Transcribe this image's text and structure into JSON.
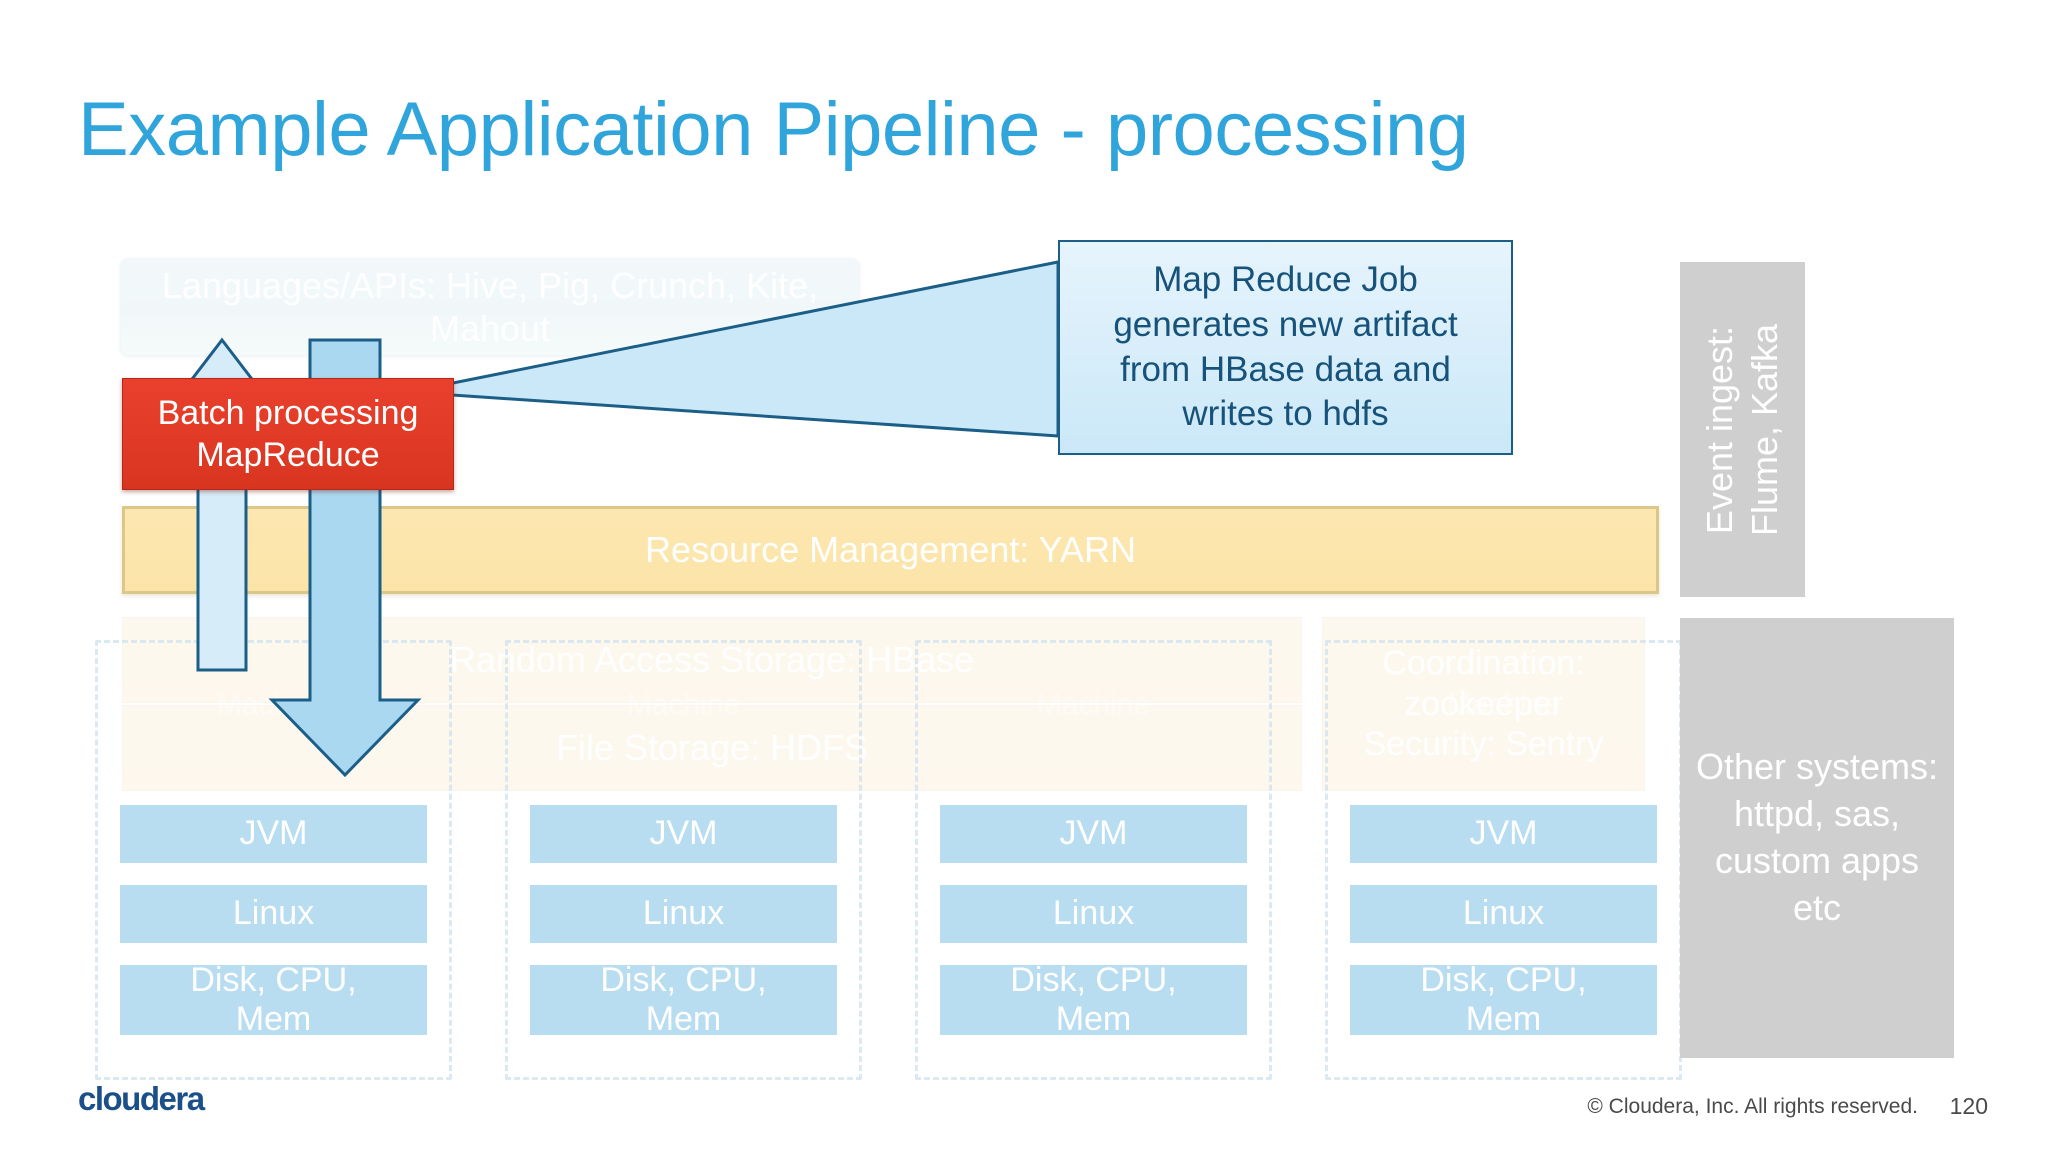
{
  "slide": {
    "title": "Example Application Pipeline - processing",
    "title_color": "#30A5DC"
  },
  "stack": {
    "languages": "Languages/APIs: Hive, Pig, Crunch, Kite, Mahout",
    "yarn": "Resource Management: YARN",
    "hbase": "Random Access Storage: HBase",
    "hdfs": "File Storage: HDFS",
    "coordination_line1": "Coordination:",
    "coordination_line2": "zookeeper",
    "coordination_line3": "Security: Sentry"
  },
  "highlight": {
    "mapreduce_line1": "Batch processing",
    "mapreduce_line2": "MapReduce",
    "mapreduce_color": "#E03A26",
    "callout_line1": "Map Reduce Job",
    "callout_line2": "generates new artifact",
    "callout_line3": "from HBase data and",
    "callout_line4": "writes to hdfs",
    "callout_border_color": "#1B5E87",
    "callout_text_color": "#16527A"
  },
  "sidebars": {
    "ingest_line1": "Event ingest:",
    "ingest_line2": "Flume, Kafka",
    "other": "Other systems: httpd, sas, custom apps etc",
    "gray": "#CFCFCF"
  },
  "machines": [
    {
      "label": "Machine",
      "jvm": "JVM",
      "os": "Linux",
      "hw_line1": "Disk, CPU,",
      "hw_line2": "Mem"
    },
    {
      "label": "Machine",
      "jvm": "JVM",
      "os": "Linux",
      "hw_line1": "Disk, CPU,",
      "hw_line2": "Mem"
    },
    {
      "label": "Machine",
      "jvm": "JVM",
      "os": "Linux",
      "hw_line1": "Disk, CPU,",
      "hw_line2": "Mem"
    },
    {
      "label": "Machine",
      "jvm": "JVM",
      "os": "Linux",
      "hw_line1": "Disk, CPU,",
      "hw_line2": "Mem"
    }
  ],
  "footer": {
    "brand": "cloudera",
    "copyright": "© Cloudera, Inc. All rights reserved.",
    "page_number": "120"
  }
}
